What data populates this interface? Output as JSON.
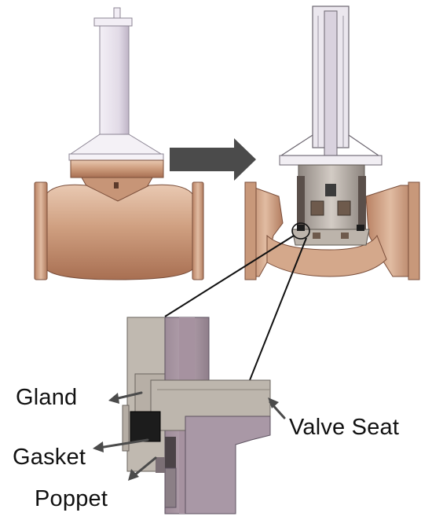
{
  "labels": {
    "gland": "Gland",
    "gasket": "Gasket",
    "poppet": "Poppet",
    "valve_seat": "Valve Seat"
  },
  "colors": {
    "body_bronze": "#c99878",
    "body_bronze_dark": "#9f6c52",
    "body_bronze_light": "#e6c3aa",
    "stem_light": "#e9e3ee",
    "stem_shadow": "#bdb2c4",
    "cutaway_gray": "#a8a09a",
    "seat_gray": "#b8b2a8",
    "gasket_black": "#1c1c1c",
    "arrow_gray": "#4b4b4b"
  },
  "icons": {
    "transition_arrow": "right-arrow-icon"
  }
}
